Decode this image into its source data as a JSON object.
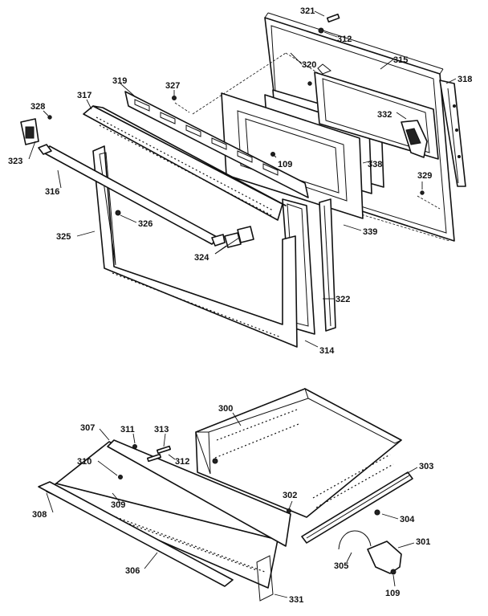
{
  "callouts": {
    "c321": "321",
    "c312a": "312",
    "c320": "320",
    "c315": "315",
    "c318": "318",
    "c319": "319",
    "c327": "327",
    "c317": "317",
    "c328": "328",
    "c332": "332",
    "c323": "323",
    "c109a": "109",
    "c338": "338",
    "c329": "329",
    "c316": "316",
    "c326": "326",
    "c339": "339",
    "c325": "325",
    "c324": "324",
    "c322": "322",
    "c314": "314",
    "c300": "300",
    "c307": "307",
    "c311": "311",
    "c313": "313",
    "c310": "310",
    "c312b": "312",
    "c303": "303",
    "c308": "308",
    "c309": "309",
    "c302": "302",
    "c304": "304",
    "c301": "301",
    "c305": "305",
    "c306": "306",
    "c109b": "109",
    "c331": "331"
  }
}
